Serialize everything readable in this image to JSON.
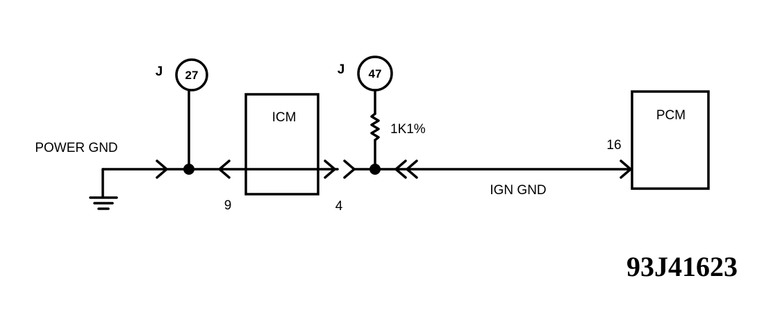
{
  "diagram": {
    "labels": {
      "power_gnd": "POWER GND",
      "ign_gnd": "IGN GND",
      "resistor": "1K1%",
      "pin_9": "9",
      "pin_4": "4",
      "pin_16": "16",
      "figure_id": "93J41623"
    },
    "modules": {
      "icm": "ICM",
      "pcm": "PCM"
    },
    "junctions": [
      {
        "prefix": "J",
        "number": "27"
      },
      {
        "prefix": "J",
        "number": "47"
      }
    ]
  }
}
